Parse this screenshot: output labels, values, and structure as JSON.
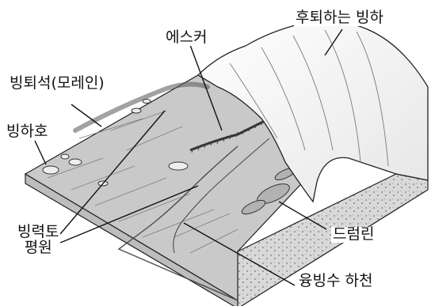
{
  "labels": {
    "retreating_glacier": "후퇴하는 빙하",
    "esker": "에스커",
    "moraine": "빙퇴석(모레인)",
    "kettle_lake": "빙하호",
    "outwash_plain_line1": "빙력토",
    "outwash_plain_line2": "평원",
    "drumlin": "드럼린",
    "meltwater_stream": "융빙수 하천"
  }
}
